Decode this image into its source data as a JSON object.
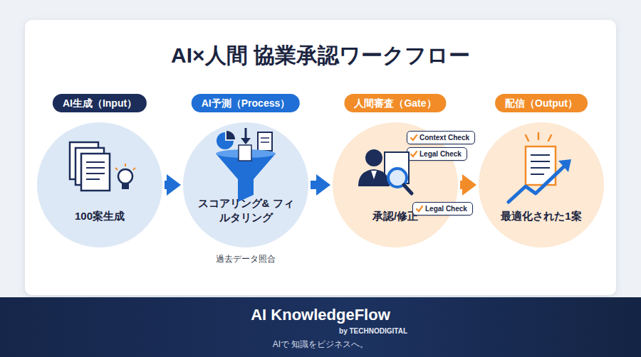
{
  "diagram": {
    "title": "AI×人間 協業承認ワークフロー",
    "nodes": [
      {
        "text": [
          "AI生成（Input）",
          "100案生成"
        ]
      },
      {
        "text": [
          "AI予測（Process）",
          "スコアリング& フィルタリング"
        ]
      },
      {
        "text": [
          "人間審査（Gate）",
          "承認/修正"
        ]
      },
      {
        "text": [
          "Context Check"
        ],
        "in": 2
      },
      {
        "text": [
          "Legal Check"
        ],
        "in": 2
      },
      {
        "text": [
          "Legal Check"
        ],
        "in": 2
      },
      {
        "text": [
          "配信（Output）",
          "最適化された1案"
        ]
      },
      {
        "text": [
          "AI KnowledgeFlow",
          "by TECHNODIGITAL",
          "AIで 知識をビジネスへ。"
        ]
      }
    ],
    "edges": [
      {
        "from": 0,
        "to": 1,
        "arrow": "to"
      },
      {
        "from": 1,
        "to": 2,
        "arrow": "to"
      },
      {
        "from": 2,
        "to": 6,
        "arrow": "to"
      }
    ],
    "labels": [
      "過去データ照合"
    ]
  }
}
